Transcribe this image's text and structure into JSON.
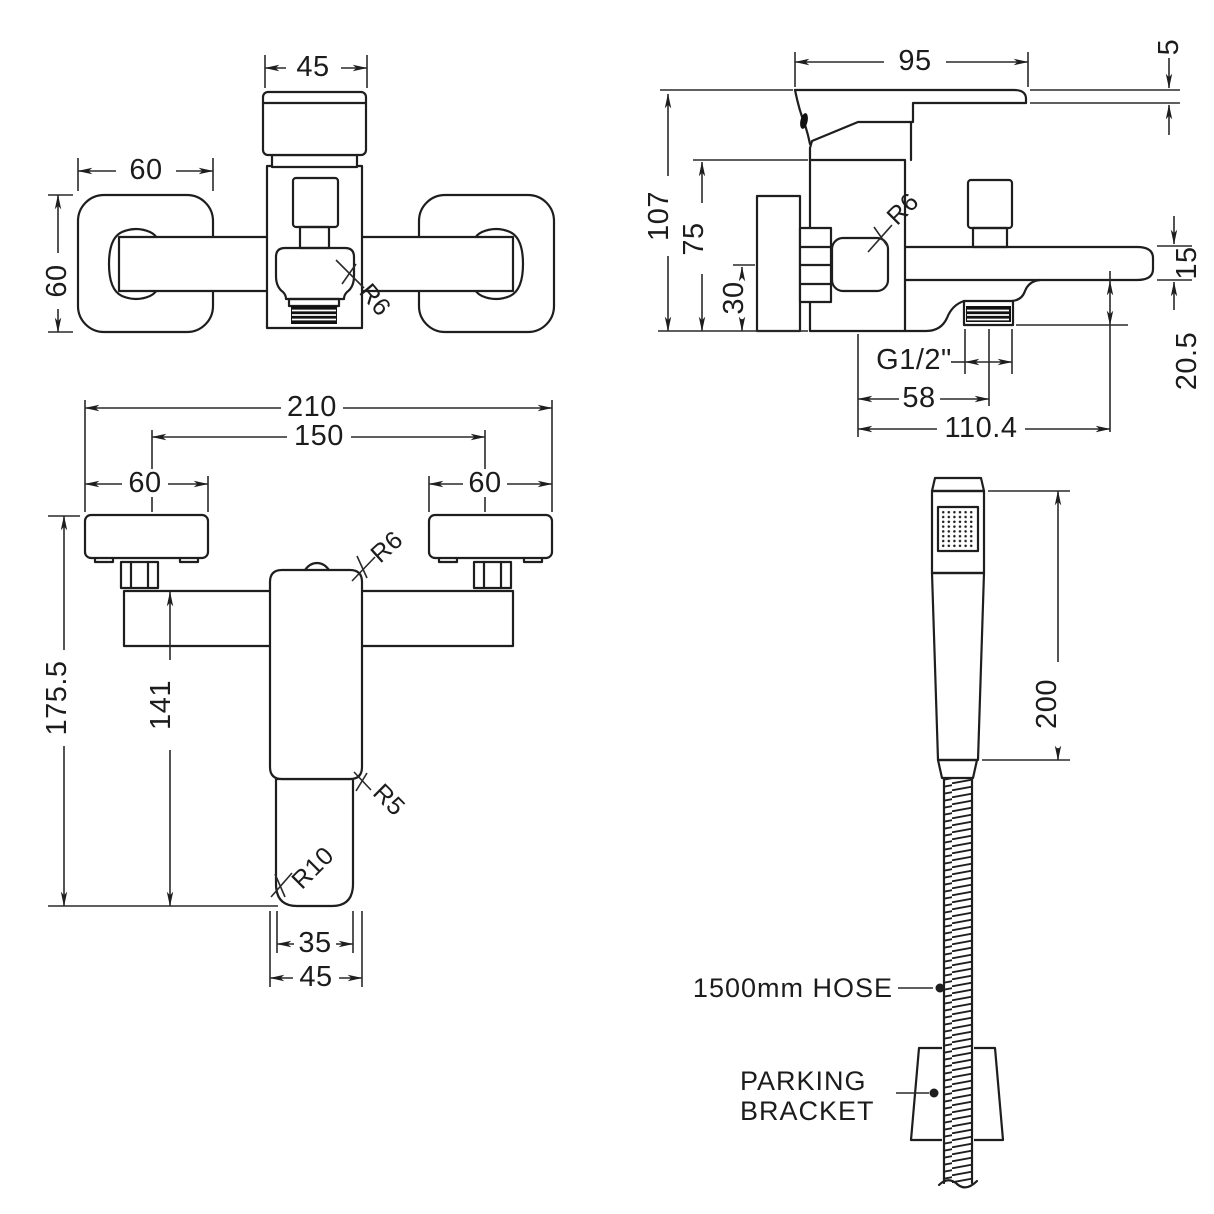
{
  "drawing": {
    "type": "technical-dimension-drawing",
    "subject": "wall mounted bath shower mixer with handset kit",
    "colors": {
      "line": "#1e1e1e",
      "background": "#ffffff",
      "thread_fill": "#111111"
    },
    "views": {
      "front": {
        "dims": {
          "cartridge_width": "45",
          "plate_width": "60",
          "plate_height": "60",
          "radius": "R6"
        }
      },
      "side": {
        "dims": {
          "lever_length": "95",
          "lever_thickness": "5",
          "overall_height": "107",
          "body_height": "75",
          "inlet_to_base": "30",
          "radius": "R6",
          "spout_thickness": "15",
          "outlet_drop": "20.5",
          "outlet_thread": "G1/2\"",
          "outlet_centre": "58",
          "spout_reach": "110.4"
        }
      },
      "bottom": {
        "dims": {
          "overall_width": "210",
          "fixing_centres": "150",
          "left_plate_width": "60",
          "right_plate_width": "60",
          "overall_drop": "175.5",
          "spout_drop": "141",
          "radius_top": "R6",
          "radius_mid": "R5",
          "radius_tip": "R10",
          "spout_tip_width": "35",
          "spout_body_width": "45"
        }
      },
      "handset": {
        "dims": {
          "handset_length": "200"
        },
        "labels": {
          "hose": "1500mm HOSE",
          "bracket_line1": "PARKING",
          "bracket_line2": "BRACKET"
        }
      }
    }
  }
}
